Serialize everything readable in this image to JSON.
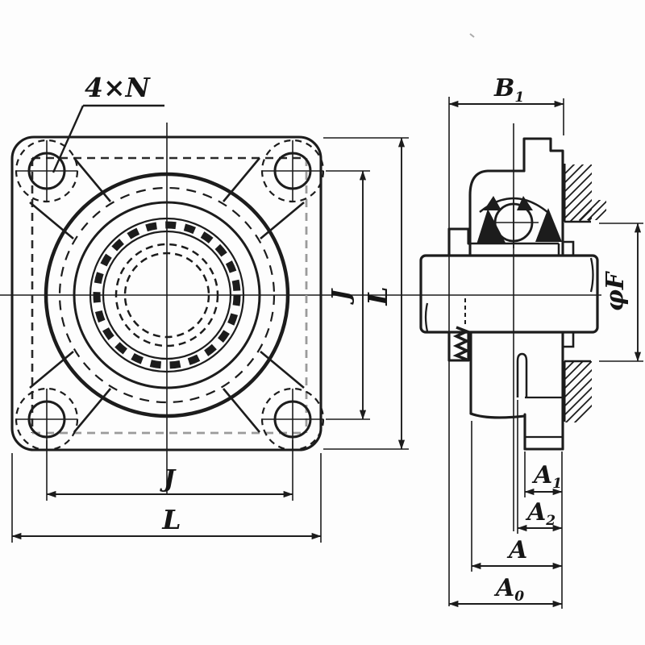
{
  "front_view": {
    "bolt_note": "4×N",
    "dim_j": "J",
    "dim_l": "L"
  },
  "side_view": {
    "b1_main": "B",
    "b1_sub": "1",
    "phi_f": "φF",
    "a1_main": "A",
    "a1_sub": "1",
    "a2_main": "A",
    "a2_sub": "2",
    "a_main": "A",
    "a0_main": "A",
    "a0_sub": "0"
  },
  "colors": {
    "ink": "#1c1c1c",
    "gray_dash": "#9b9b9b"
  }
}
